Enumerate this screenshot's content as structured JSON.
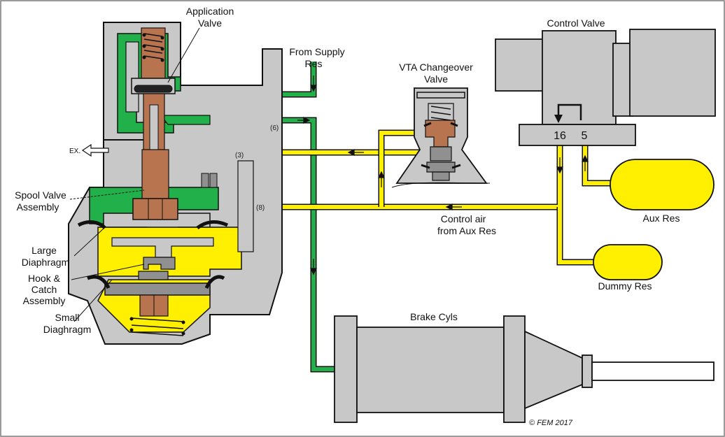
{
  "colors": {
    "body_gray": "#c8c8c8",
    "dark_gray": "#909090",
    "supply_green": "#22b04b",
    "control_yellow": "#ffef00",
    "spool_brown": "#b8734f",
    "outline": "#111111",
    "frame": "#7a7a7a"
  },
  "labels": {
    "application_valve_1": "Application",
    "application_valve_2": "Valve",
    "from_supply_1": "From Supply",
    "from_supply_2": "Res",
    "vta_1": "VTA Changeover",
    "vta_2": "Valve",
    "control_valve": "Control Valve",
    "port_16": "16",
    "port_5": "5",
    "aux_res": "Aux Res",
    "dummy_res": "Dummy Res",
    "control_air_1": "Control air",
    "control_air_2": "from Aux Res",
    "brake_cyls": "Brake Cyls",
    "exhaust": "EX.",
    "spool_1": "Spool Valve",
    "spool_2": "Assembly",
    "large_diaphragm_1": "Large",
    "large_diaphragm_2": "Diaphragm",
    "hook_1": "Hook &",
    "hook_2": "Catch",
    "hook_3": "Assembly",
    "small_diaphragm_1": "Small",
    "small_diaphragm_2": "Diaghragm",
    "port_6": "(6)",
    "port_3": "(3)",
    "port_8": "(8)",
    "copyright": "© FEM 2017"
  },
  "icons": [
    "exhaust-arrow-icon",
    "flow-arrow-icon",
    "spring-icon"
  ]
}
